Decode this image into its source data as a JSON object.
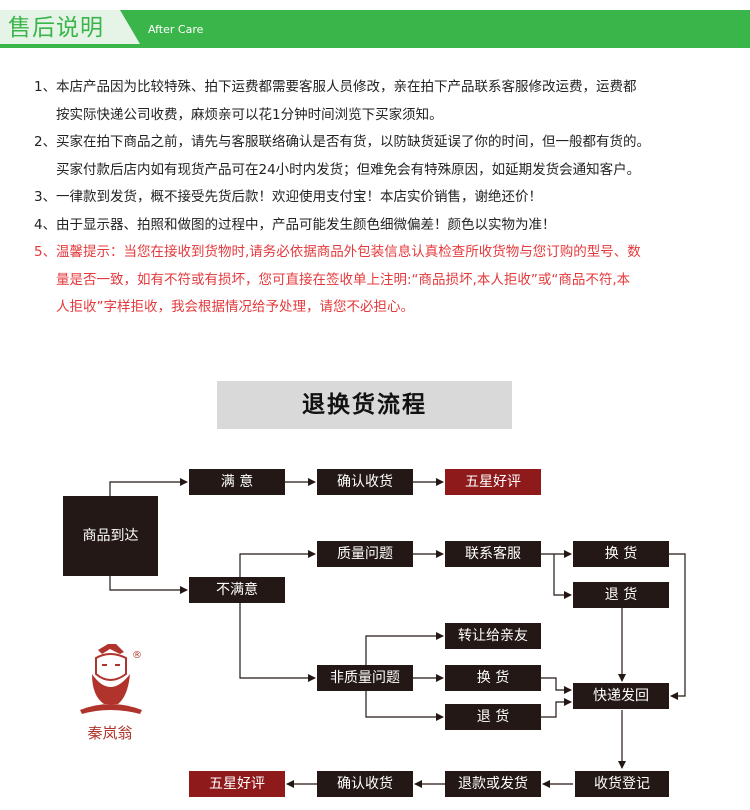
{
  "header": {
    "title": "售后说明",
    "subtitle": "After Care"
  },
  "notes": [
    {
      "num": "1、",
      "lines": [
        "本店产品因为比较特殊、拍下运费都需要客服人员修改，亲在拍下产品联系客服修改运费，运费都",
        "按实际快递公司收费，麻烦亲可以花1分钟时间浏览下买家须知。"
      ],
      "highlight": false
    },
    {
      "num": "2、",
      "lines": [
        "买家在拍下商品之前，请先与客服联络确认是否有货，以防缺货延误了你的时间，但一般都有货的。",
        "买家付款后店内如有现货产品可在24小时内发货；但难免会有特殊原因，如延期发货会通知客户。"
      ],
      "highlight": false
    },
    {
      "num": "3、",
      "lines": [
        "一律款到发货，概不接受先货后款！欢迎使用支付宝！本店实价销售，谢绝还价！"
      ],
      "highlight": false
    },
    {
      "num": "4、",
      "lines": [
        "由于显示器、拍照和做图的过程中，产品可能发生颜色细微偏差！颜色以实物为准！"
      ],
      "highlight": false
    },
    {
      "num": "5、",
      "lines": [
        "温馨提示：当您在接收到货物时,请务必依据商品外包装信息认真检查所收货物与您订购的型号、数",
        "量是否一致，如有不符或有损坏，您可直接在签收单上注明:“商品损坏,本人拒收”或“商品不符,本",
        "人拒收”字样拒收，我会根据情况给予处理，请您不必担心。"
      ],
      "highlight": true
    }
  ],
  "flow": {
    "title": "退换货流程",
    "nodes": {
      "arrive": "商品到达",
      "satisfied": "满 意",
      "confirm_top": "确认收货",
      "five_star_top": "五星好评",
      "unsatisfied": "不满意",
      "quality": "质量问题",
      "contact_cs": "联系客服",
      "exchange_a": "换 货",
      "return_a": "退 货",
      "transfer": "转让给亲友",
      "non_quality": "非质量问题",
      "exchange_b": "换 货",
      "return_b": "退 货",
      "express_back": "快递发回",
      "receive_register": "收货登记",
      "refund_or_ship": "退款或发货",
      "confirm_bottom": "确认收货",
      "five_star_bottom": "五星好评"
    }
  },
  "logo": {
    "name": "秦岚翁",
    "mark": "®"
  },
  "colors": {
    "header_green": "#3ab54a",
    "box_dark": "#231815",
    "box_red": "#8f1a1b",
    "warning_red": "#e4393c",
    "title_bg": "#d9d9d9"
  }
}
